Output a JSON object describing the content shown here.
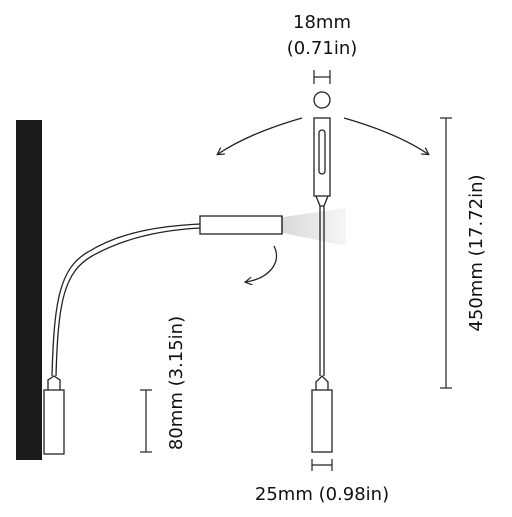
{
  "labels": {
    "head_diameter_mm": "18mm",
    "head_diameter_in": "(0.71in)",
    "total_length": "450mm (17.72in)",
    "base_length": "80mm (3.15in)",
    "base_diameter": "25mm (0.98in)"
  },
  "colors": {
    "wall": "#1a1a1a",
    "line": "#222222",
    "light_beam": "#e6e6e6"
  }
}
